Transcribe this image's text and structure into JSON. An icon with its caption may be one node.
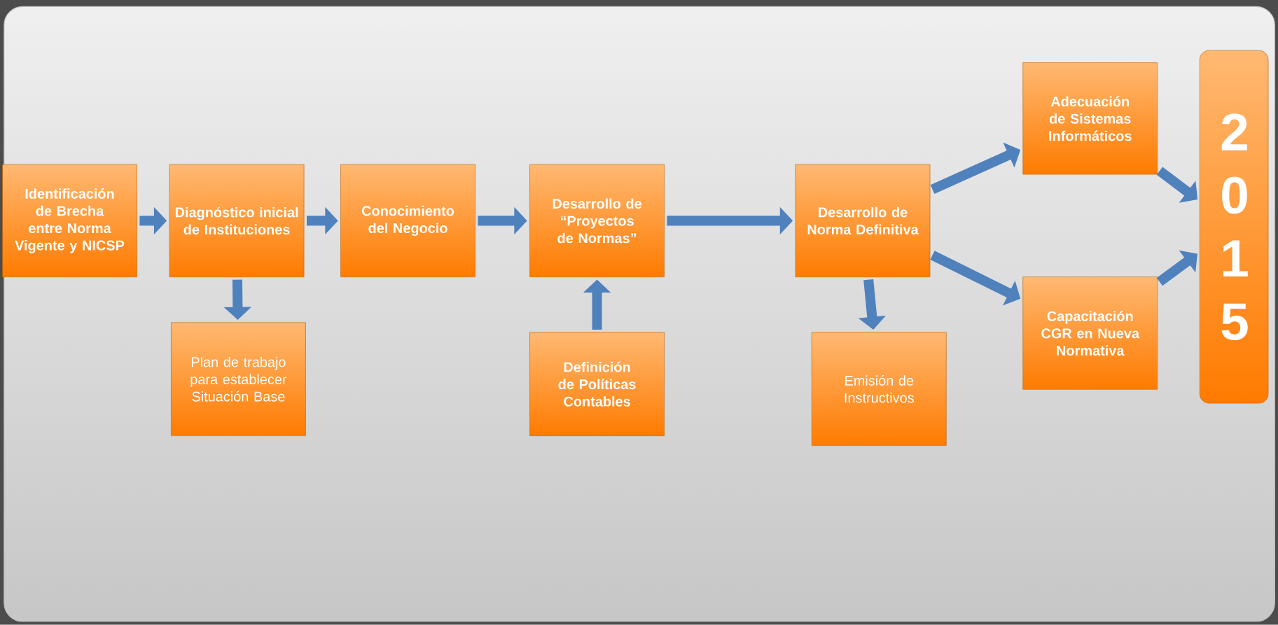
{
  "diagram": {
    "nodes": [
      {
        "text": [
          "Identificación de Brecha entre Norma Vigente y NICSP"
        ]
      },
      {
        "text": [
          "Diagnóstico inicial de Instituciones"
        ]
      },
      {
        "text": [
          "Plan de trabajo para establecer Situación Base"
        ]
      },
      {
        "text": [
          "Conocimiento del Negocio"
        ]
      },
      {
        "text": [
          "Desarrollo de “Proyectos de Normas”"
        ]
      },
      {
        "text": [
          "Definición de Políticas Contables"
        ]
      },
      {
        "text": [
          "Desarrollo de Norma Definitiva"
        ]
      },
      {
        "text": [
          "Emisión de Instructivos"
        ]
      },
      {
        "text": [
          "Adecuación de Sistemas Informáticos"
        ]
      },
      {
        "text": [
          "Capacitación CGR en Nueva Normativa"
        ]
      },
      {
        "text": [
          "2 0 1 5"
        ]
      }
    ],
    "edges": [
      {
        "from": 0,
        "to": 1,
        "arrow": "to"
      },
      {
        "from": 1,
        "to": 3,
        "arrow": "to"
      },
      {
        "from": 3,
        "to": 4,
        "arrow": "to"
      },
      {
        "from": 4,
        "to": 6,
        "arrow": "to"
      },
      {
        "from": 1,
        "to": 2,
        "arrow": "to"
      },
      {
        "from": 5,
        "to": 4,
        "arrow": "to"
      },
      {
        "from": 6,
        "to": 7,
        "arrow": "to"
      },
      {
        "from": 6,
        "to": 8,
        "arrow": "to"
      },
      {
        "from": 6,
        "to": 9,
        "arrow": "to"
      },
      {
        "from": 8,
        "to": 10,
        "arrow": "to"
      },
      {
        "from": 9,
        "to": 10,
        "arrow": "to"
      }
    ]
  }
}
